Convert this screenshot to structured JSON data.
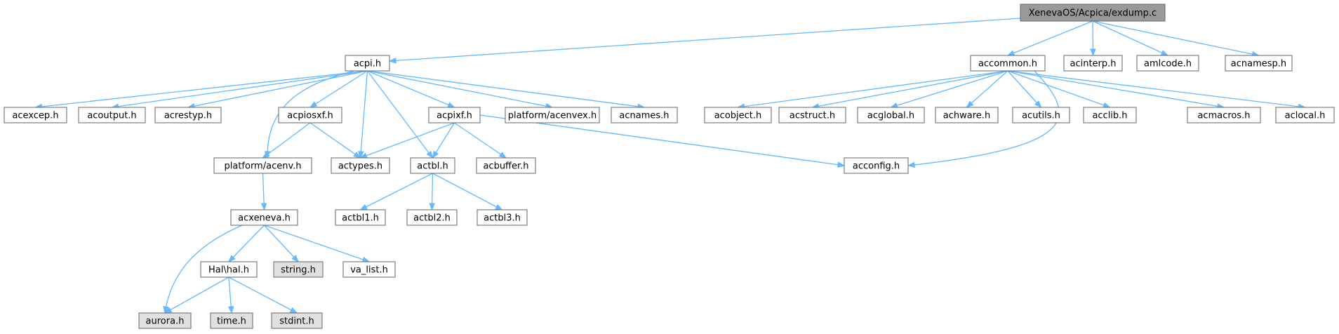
{
  "colors": {
    "root_fill": "#999999",
    "node_fill": "#ffffff",
    "system_fill": "#e0e0e0",
    "border": "#666666",
    "edge": "#63b8ff"
  },
  "nodes": {
    "root": "XenevaOS/Acpica/exdump.c",
    "acpi_h": "acpi.h",
    "accommon_h": "accommon.h",
    "acinterp_h": "acinterp.h",
    "amlcode_h": "amlcode.h",
    "acnamesp_h": "acnamesp.h",
    "acexcep_h": "acexcep.h",
    "acoutput_h": "acoutput.h",
    "acrestyp_h": "acrestyp.h",
    "acpiosxf_h": "acpiosxf.h",
    "acpixf_h": "acpixf.h",
    "platform_acenvex_h": "platform/acenvex.h",
    "acnames_h": "acnames.h",
    "acobject_h": "acobject.h",
    "acstruct_h": "acstruct.h",
    "acglobal_h": "acglobal.h",
    "achware_h": "achware.h",
    "acutils_h": "acutils.h",
    "acclib_h": "acclib.h",
    "acmacros_h": "acmacros.h",
    "aclocal_h": "aclocal.h",
    "platform_acenv_h": "platform/acenv.h",
    "actypes_h": "actypes.h",
    "actbl_h": "actbl.h",
    "acbuffer_h": "acbuffer.h",
    "acconfig_h": "acconfig.h",
    "acxeneva_h": "acxeneva.h",
    "actbl1_h": "actbl1.h",
    "actbl2_h": "actbl2.h",
    "actbl3_h": "actbl3.h",
    "hal_hal_h": "Hal\\hal.h",
    "string_h": "string.h",
    "va_list_h": "va_list.h",
    "aurora_h": "aurora.h",
    "time_h": "time.h",
    "stdint_h": "stdint.h"
  }
}
